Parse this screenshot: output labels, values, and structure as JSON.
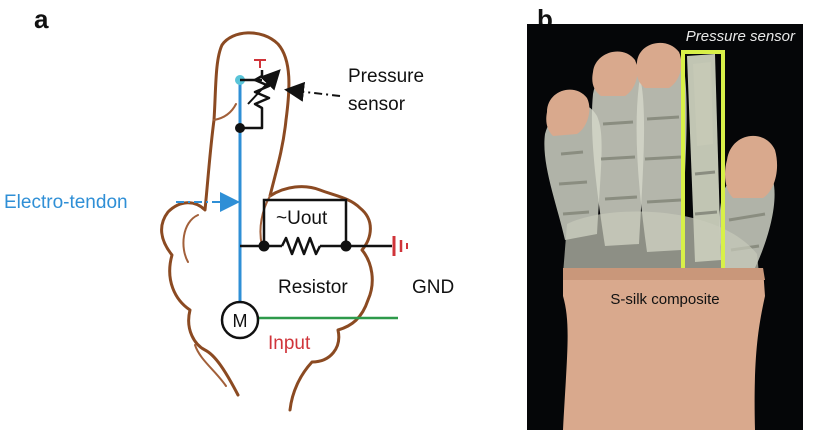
{
  "panel_a": {
    "letter": "a",
    "labels": {
      "pressure_sensor_line1": "Pressure",
      "pressure_sensor_line2": "sensor",
      "electro_tendon": "Electro-tendon",
      "uout": "~Uout",
      "resistor": "Resistor",
      "gnd": "GND",
      "motor": "M",
      "input": "Input",
      "sensor_mark": "T"
    },
    "colors": {
      "hand_outline": "#8b4a22",
      "tendon": "#2f8fd6",
      "circuit": "#111111",
      "input_wire": "#2e9a4a",
      "input_text": "#d0343a",
      "ground_mark": "#d0343a",
      "label_blue": "#2f8fd6"
    }
  },
  "panel_b": {
    "letter": "b",
    "labels": {
      "pressure_sensor": "Pressure sensor",
      "s_silk": "S-silk composite"
    },
    "colors": {
      "background": "#050608",
      "skin": "#d9a98d",
      "highlight": "#d8f048"
    }
  }
}
